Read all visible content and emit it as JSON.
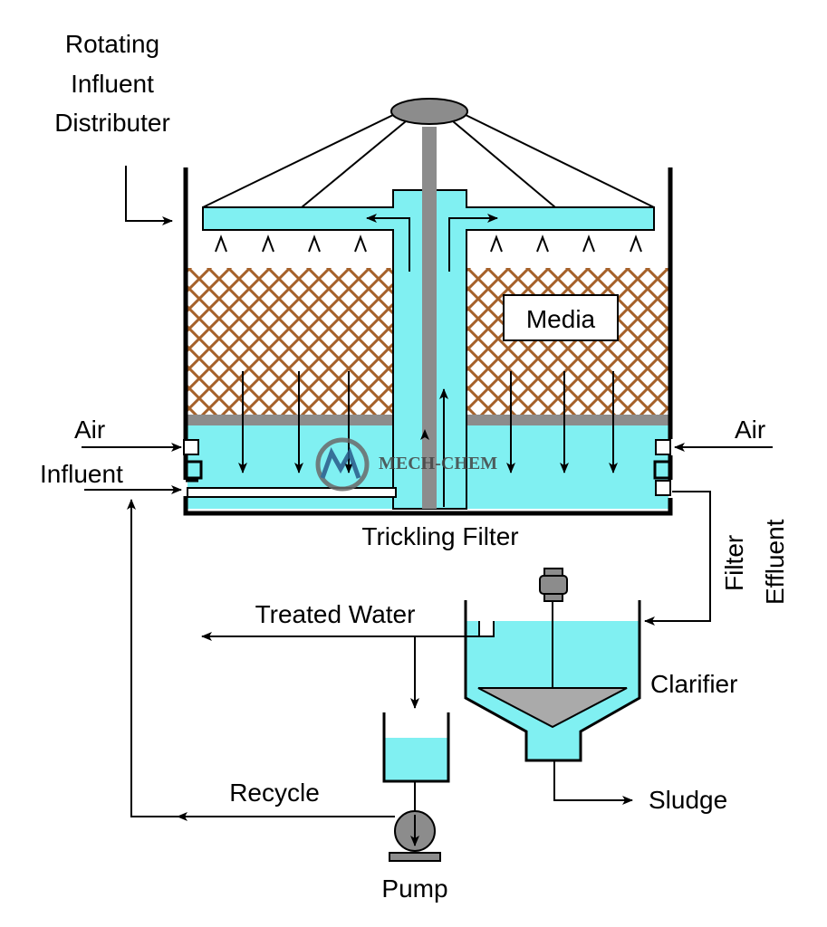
{
  "labels": {
    "distributor_line1": "Rotating",
    "distributor_line2": "Influent",
    "distributor_line3": "Distributer",
    "media": "Media",
    "air_left": "Air",
    "air_right": "Air",
    "influent": "Influent",
    "trickling_filter": "Trickling Filter",
    "filter_effluent_line1": "Filter",
    "filter_effluent_line2": "Effluent",
    "treated_water": "Treated Water",
    "clarifier": "Clarifier",
    "recycle": "Recycle",
    "sludge": "Sludge",
    "pump": "Pump",
    "watermark": "MECH-CHEM"
  },
  "colors": {
    "water": "#80f0f2",
    "media_lattice": "#a5612a",
    "grey_shaft": "#8c8c8c",
    "outline": "#000000"
  }
}
